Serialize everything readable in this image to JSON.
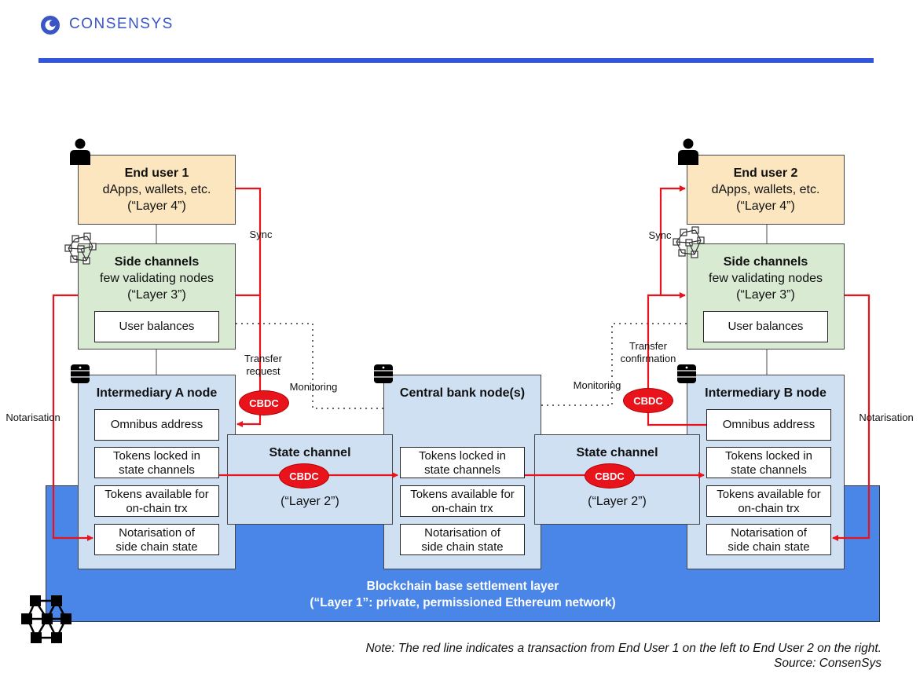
{
  "brand": {
    "logo_text": "CONSENSYS",
    "accent": "#3355d9"
  },
  "end_user_1": {
    "title": "End user 1",
    "line2": "dApps, wallets, etc.",
    "line3": "(“Layer 4”)"
  },
  "end_user_2": {
    "title": "End user 2",
    "line2": "dApps, wallets, etc.",
    "line3": "(“Layer 4”)"
  },
  "side_channels_left": {
    "title": "Side channels",
    "line2": "few validating nodes",
    "line3": "(“Layer 3”)",
    "balances": "User balances"
  },
  "side_channels_right": {
    "title": "Side channels",
    "line2": "few validating nodes",
    "line3": "(“Layer 3”)",
    "balances": "User balances"
  },
  "intermediary_a": {
    "title": "Intermediary A node",
    "omnibus": "Omnibus address",
    "tokens_locked": [
      "Tokens locked in",
      "state channels"
    ],
    "tokens_available": [
      "Tokens available for",
      "on-chain trx"
    ],
    "notarisation": [
      "Notarisation of",
      "side chain state"
    ]
  },
  "intermediary_b": {
    "title": "Intermediary B node",
    "omnibus": "Omnibus address",
    "tokens_locked": [
      "Tokens locked in",
      "state channels"
    ],
    "tokens_available": [
      "Tokens available for",
      "on-chain trx"
    ],
    "notarisation": [
      "Notarisation of",
      "side chain state"
    ]
  },
  "central_bank": {
    "title": "Central bank node(s)",
    "tokens_locked": [
      "Tokens locked in",
      "state channels"
    ],
    "tokens_available": [
      "Tokens available for",
      "on-chain trx"
    ],
    "notarisation": [
      "Notarisation of",
      "side chain state"
    ]
  },
  "state_channel_left": {
    "title": "State channel",
    "layer": "(“Layer 2”)"
  },
  "state_channel_right": {
    "title": "State channel",
    "layer": "(“Layer 2”)"
  },
  "base_layer": {
    "line1": "Blockchain base settlement layer",
    "line2": "(“Layer 1”: private, permissioned Ethereum network)"
  },
  "labels": {
    "sync_left": "Sync",
    "sync_right": "Sync",
    "transfer_request": [
      "Transfer",
      "request"
    ],
    "transfer_confirmation": [
      "Transfer",
      "confirmation"
    ],
    "monitoring_left": "Monitoring",
    "monitoring_right": "Monitoring",
    "notarisation_left": "Notarisation",
    "notarisation_right": "Notarisation",
    "cbdc": "CBDC"
  },
  "note": {
    "line1": "Note: The red line indicates a transaction from End User 1 on the left to End User 2 on the right.",
    "line2": "Source: ConsenSys"
  },
  "colors": {
    "flow": "#e8131b",
    "layer1": "#4a86e8",
    "layer4": "#fbe6bf",
    "layer3": "#d9ead3",
    "node": "#cfe0f3"
  }
}
